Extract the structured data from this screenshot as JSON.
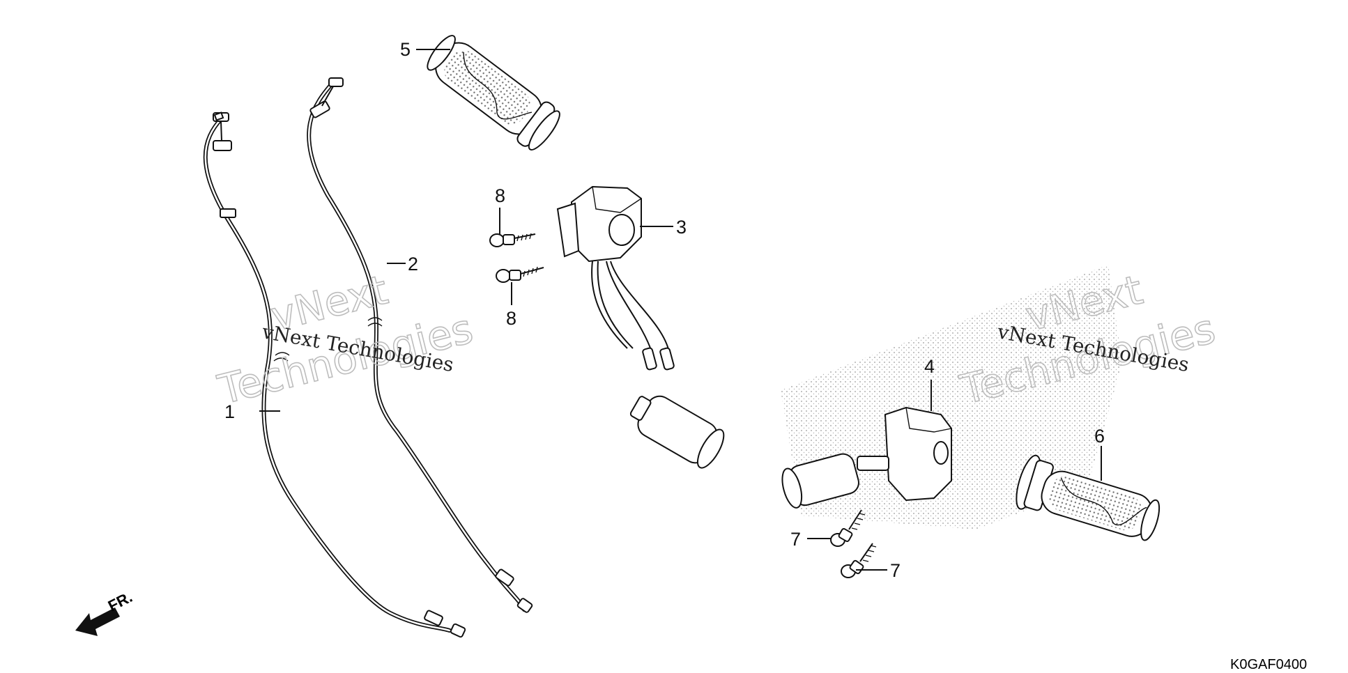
{
  "diagram": {
    "callouts": {
      "c1": "1",
      "c2": "2",
      "c3": "3",
      "c4": "4",
      "c5": "5",
      "c6": "6",
      "c7a": "7",
      "c7b": "7",
      "c8a": "8",
      "c8b": "8"
    },
    "watermarks": {
      "left_text": "vNext Technologies",
      "left_outline_1": "vNext",
      "left_outline_2": "Technologies",
      "right_text": "vNext Technologies",
      "right_outline_1": "vNext",
      "right_outline_2": "Technologies"
    },
    "direction_label": "FR.",
    "diagram_code": "K0GAF0400"
  }
}
